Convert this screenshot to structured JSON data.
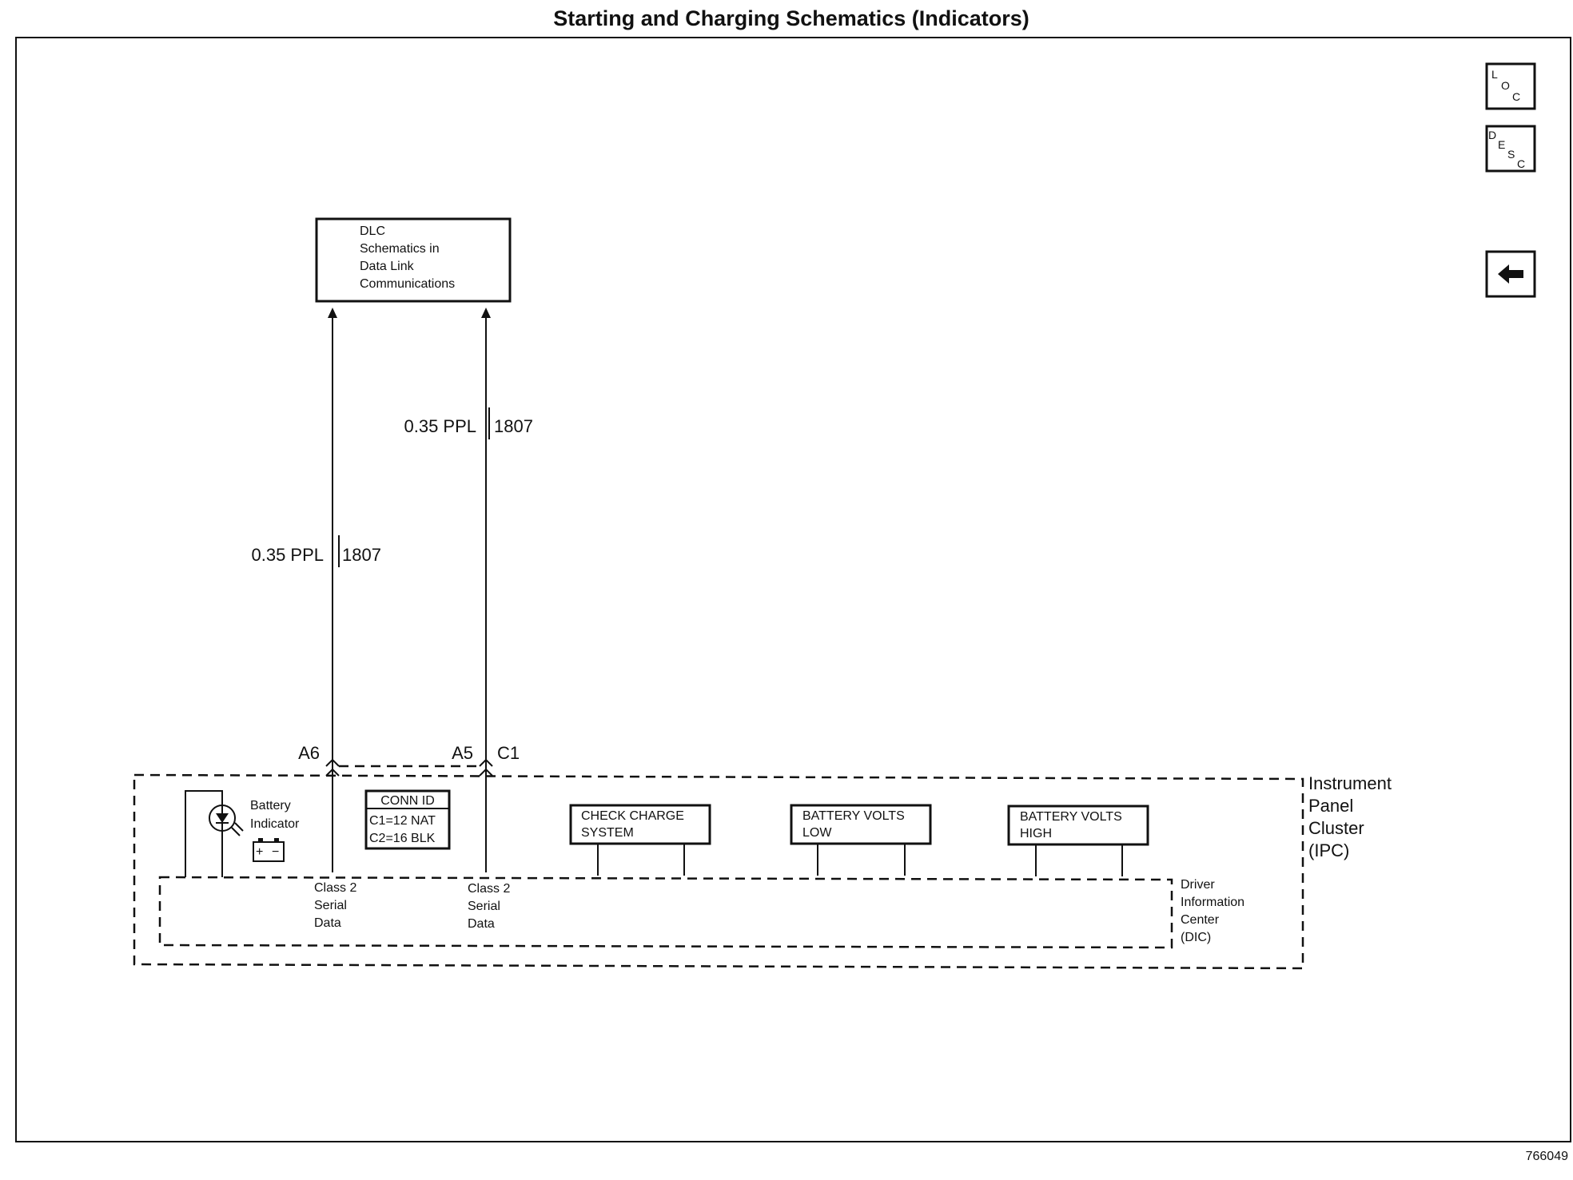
{
  "title": "Starting and Charging Schematics (Indicators)",
  "image_number": "766049",
  "nav_buttons": {
    "loc": [
      "L",
      "O",
      "C"
    ],
    "desc": [
      "D",
      "E",
      "S",
      "C"
    ],
    "back_icon": "left-arrow-icon"
  },
  "dlc_box": {
    "lines": [
      "DLC",
      "Schematics in",
      "Data Link",
      "Communications"
    ]
  },
  "wires": [
    {
      "gauge_color": "0.35 PPL",
      "circuit": "1807"
    },
    {
      "gauge_color": "0.35 PPL",
      "circuit": "1807"
    }
  ],
  "pins": {
    "left": "A6",
    "right": "A5",
    "connector": "C1"
  },
  "conn_id": {
    "header": "CONN ID",
    "lines": [
      "C1=12 NAT",
      "C2=16 BLK"
    ]
  },
  "battery_indicator": {
    "lines": [
      "Battery",
      "Indicator"
    ],
    "plus": "+",
    "minus": "−"
  },
  "serial_data_labels": [
    [
      "Class 2",
      "Serial",
      "Data"
    ],
    [
      "Class 2",
      "Serial",
      "Data"
    ]
  ],
  "message_boxes": [
    {
      "lines": [
        "CHECK CHARGE",
        "SYSTEM"
      ]
    },
    {
      "lines": [
        "BATTERY VOLTS",
        "LOW"
      ]
    },
    {
      "lines": [
        "BATTERY VOLTS",
        "HIGH"
      ]
    }
  ],
  "ipc_label": [
    "Instrument",
    "Panel",
    "Cluster",
    "(IPC)"
  ],
  "dic_label": [
    "Driver",
    "Information",
    "Center",
    "(DIC)"
  ]
}
